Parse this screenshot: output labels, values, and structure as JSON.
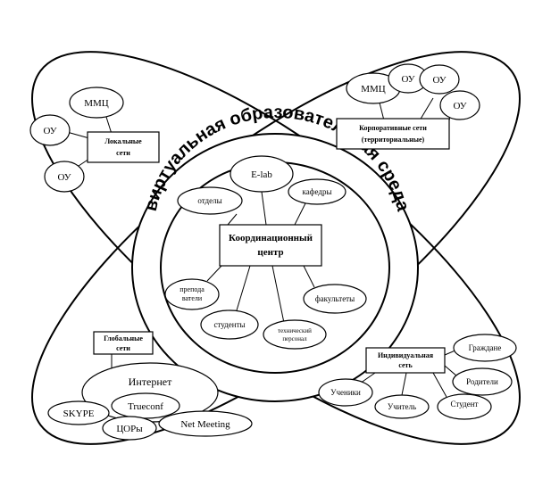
{
  "arc_title": "виртуальная образовательная среда",
  "center_box": {
    "line1": "Координационный",
    "line2": "центр"
  },
  "inner_nodes": {
    "elab": "E-lab",
    "otdely": "отделы",
    "kafedry": "кафедры",
    "prepodavateli_1": "препода",
    "prepodavateli_2": "ватели",
    "studenty": "студенты",
    "tech_personal_1": "технический",
    "tech_personal_2": "персонал",
    "fakultety": "факультеты"
  },
  "local_networks": {
    "box_line1": "Локальные",
    "box_line2": "сети",
    "mmc": "ММЦ",
    "ou_top": "ОУ",
    "ou_bottom": "ОУ"
  },
  "corporate_networks": {
    "box_line1": "Корпоративные сети",
    "box_line2": "(территориальные)",
    "mmc": "ММЦ",
    "ou_1": "ОУ",
    "ou_2": "ОУ",
    "ou_3": "ОУ"
  },
  "global_networks": {
    "box_line1": "Глобальные",
    "box_line2": "сети",
    "internet": "Интернет",
    "skype": "SKYPE",
    "trueconf": "Trueconf",
    "net_meeting": "Net Meeting",
    "cor": "ЦОРы"
  },
  "individual_network": {
    "box_line1": "Индивидуальная",
    "box_line2": "сеть",
    "grazhdane": "Граждане",
    "roditeli": "Родители",
    "student": "Студент",
    "uchitel": "Учитель",
    "ucheniki": "Ученики"
  }
}
